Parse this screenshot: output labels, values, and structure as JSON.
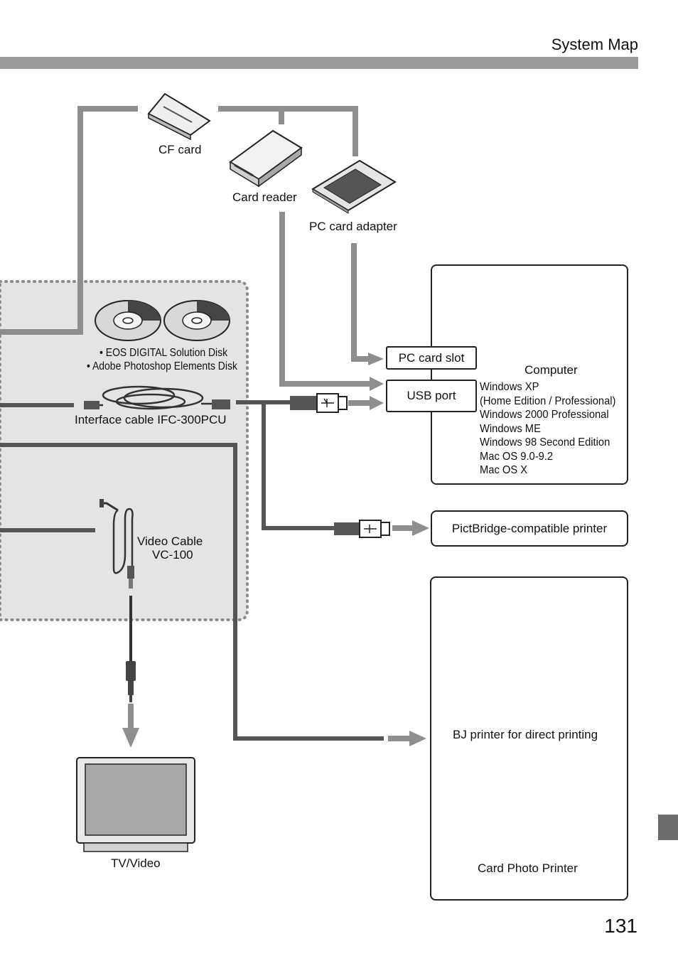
{
  "header": {
    "title": "System Map",
    "page_number": "131"
  },
  "media": {
    "cf_card": "CF card",
    "card_reader": "Card reader",
    "pc_card_adapter": "PC card adapter"
  },
  "kit": {
    "disk_1": "• EOS DIGITAL Solution Disk",
    "disk_2": "• Adobe Photoshop Elements Disk",
    "interface_cable": "Interface cable IFC-300PCU",
    "video_cable_line1": "Video Cable",
    "video_cable_line2": "VC-100"
  },
  "computer": {
    "label": "Computer",
    "pc_card_slot": "PC card slot",
    "usb_port": "USB port",
    "os_list": [
      "Windows XP",
      "(Home Edition / Professional)",
      "Windows 2000 Professional",
      "Windows ME",
      "Windows 98 Second Edition",
      "Mac OS 9.0-9.2",
      "Mac OS X"
    ]
  },
  "printers": {
    "pictbridge": "PictBridge-compatible printer",
    "bj_printer": "BJ printer for direct printing",
    "card_photo_printer": "Card Photo Printer"
  },
  "tv": {
    "label": "TV/Video"
  },
  "colors": {
    "header_bar": "#9a9a9a",
    "connector_line": "#8e8e8e",
    "cable_line": "#555555",
    "kit_panel": "#e4e4e4"
  }
}
